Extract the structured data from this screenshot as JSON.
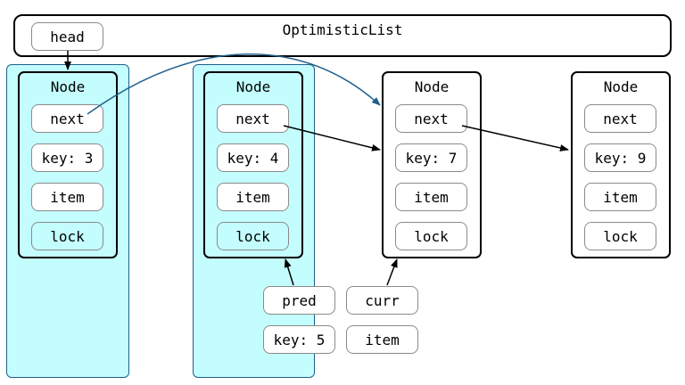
{
  "list": {
    "title": "OptimisticList",
    "head_label": "head"
  },
  "nodes": [
    {
      "title": "Node",
      "next": "next",
      "key": "key: 3",
      "item": "item",
      "lock": "lock",
      "locked": true
    },
    {
      "title": "Node",
      "next": "next",
      "key": "key: 4",
      "item": "item",
      "lock": "lock",
      "locked": true
    },
    {
      "title": "Node",
      "next": "next",
      "key": "key: 7",
      "item": "item",
      "lock": "lock",
      "locked": false
    },
    {
      "title": "Node",
      "next": "next",
      "key": "key: 9",
      "item": "item",
      "lock": "lock",
      "locked": false
    }
  ],
  "thread": {
    "pred": "pred",
    "curr": "curr",
    "key": "key: 5",
    "item": "item"
  },
  "colors": {
    "lock_fill": "#c4fdfd",
    "lock_border": "#1f5f8b",
    "curve_arrow": "#1f5f8b",
    "arrow": "#000000",
    "field_border": "#8a8a8a"
  }
}
